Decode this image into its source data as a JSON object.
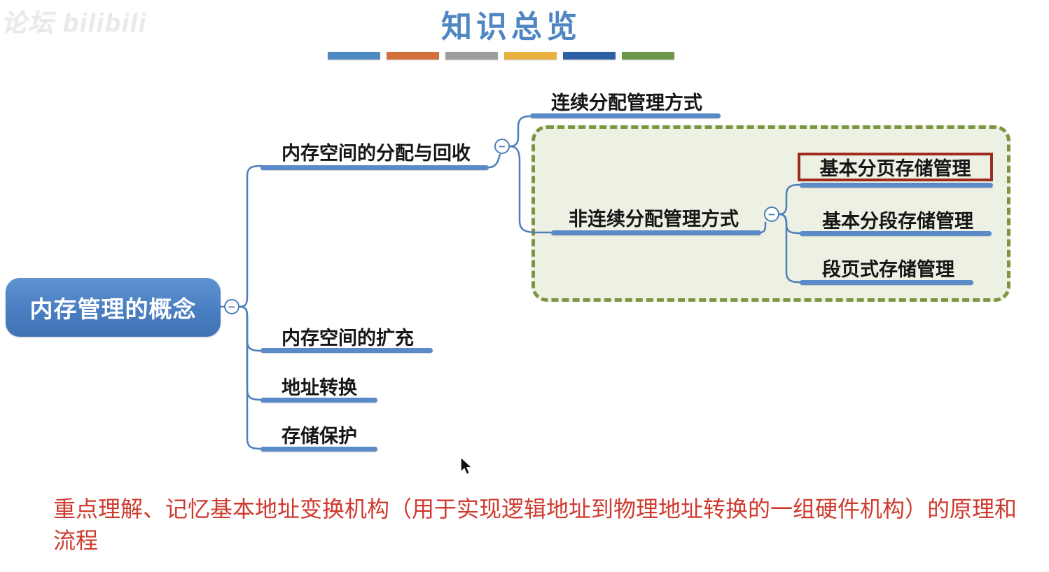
{
  "watermark": {
    "text": "论坛 bilibili"
  },
  "header": {
    "title": "知识总览"
  },
  "legend_bars": {
    "colors": [
      "#4e8ac2",
      "#d4703b",
      "#9d9d9d",
      "#e9b13d",
      "#2f5fa5",
      "#6b9746"
    ]
  },
  "icons": {
    "collapse_glyph": "−",
    "cursor": "arrow-pointer"
  },
  "mindmap": {
    "root": {
      "label": "内存管理的概念"
    },
    "branches": [
      {
        "label": "内存空间的分配与回收"
      },
      {
        "label": "内存空间的扩充"
      },
      {
        "label": "地址转换"
      },
      {
        "label": "存储保护"
      }
    ],
    "level2": [
      {
        "label": "连续分配管理方式"
      },
      {
        "label": "非连续分配管理方式"
      }
    ],
    "level3": [
      {
        "label": "基本分页存储管理",
        "highlighted": true
      },
      {
        "label": "基本分段存储管理",
        "highlighted": false
      },
      {
        "label": "段页式存储管理",
        "highlighted": false
      }
    ]
  },
  "note": {
    "line1": "重点理解、记忆基本地址变换机构（用于实现逻辑地址到物理地址转换的一组硬件机构）的原理和",
    "line2": "流程"
  },
  "colors": {
    "title_blue": "#4e86c1",
    "node_blue": "#4d82c4",
    "line_blue": "#5b8ac8",
    "connector_blue": "#4d7fba",
    "highlight_red": "#9e2b20",
    "note_red": "#ce3b2f",
    "group_box_fill": "#edf1e3",
    "group_box_border": "#7d9441"
  }
}
